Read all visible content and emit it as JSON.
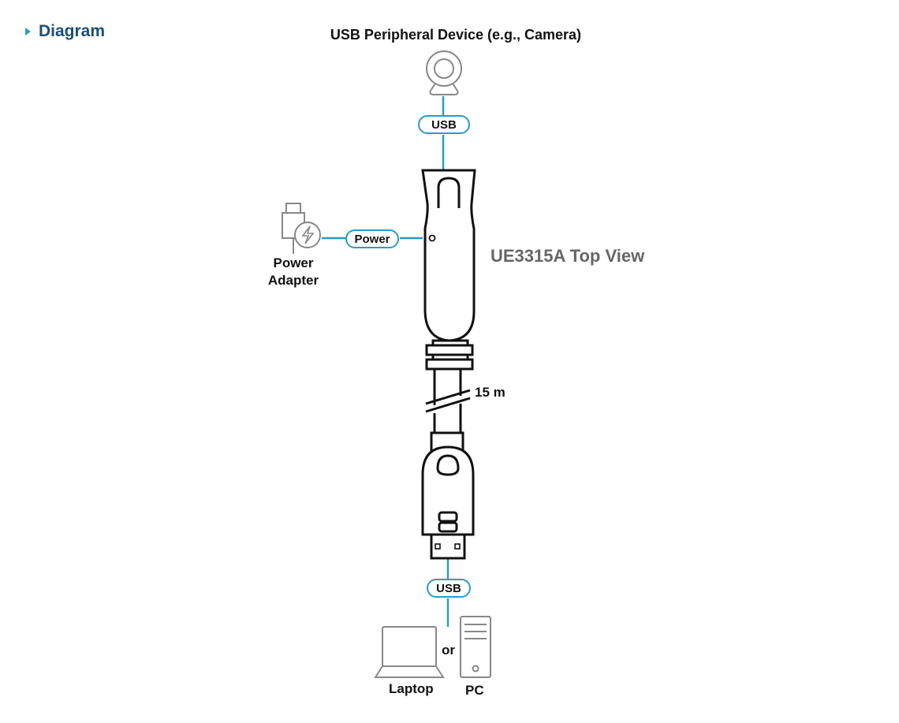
{
  "header": {
    "title": "Diagram"
  },
  "diagram": {
    "device_title": "USB Peripheral Device (e.g., Camera)",
    "usb_top_label": "USB",
    "power_label": "Power",
    "power_adapter_label": "Power Adapter",
    "product_view_label": "UE3315A Top View",
    "cable_length": "15 m",
    "usb_bottom_label": "USB",
    "or_label": "or",
    "laptop_label": "Laptop",
    "pc_label": "PC"
  },
  "colors": {
    "accent": "#2a9bc6",
    "header_text": "#1a4f7a",
    "header_arrow": "#2c9bc4",
    "icon_gray": "#888888",
    "product_label": "#666666"
  },
  "icons": [
    "header-arrow-icon",
    "camera-icon",
    "power-adapter-icon",
    "laptop-icon",
    "pc-tower-icon"
  ]
}
